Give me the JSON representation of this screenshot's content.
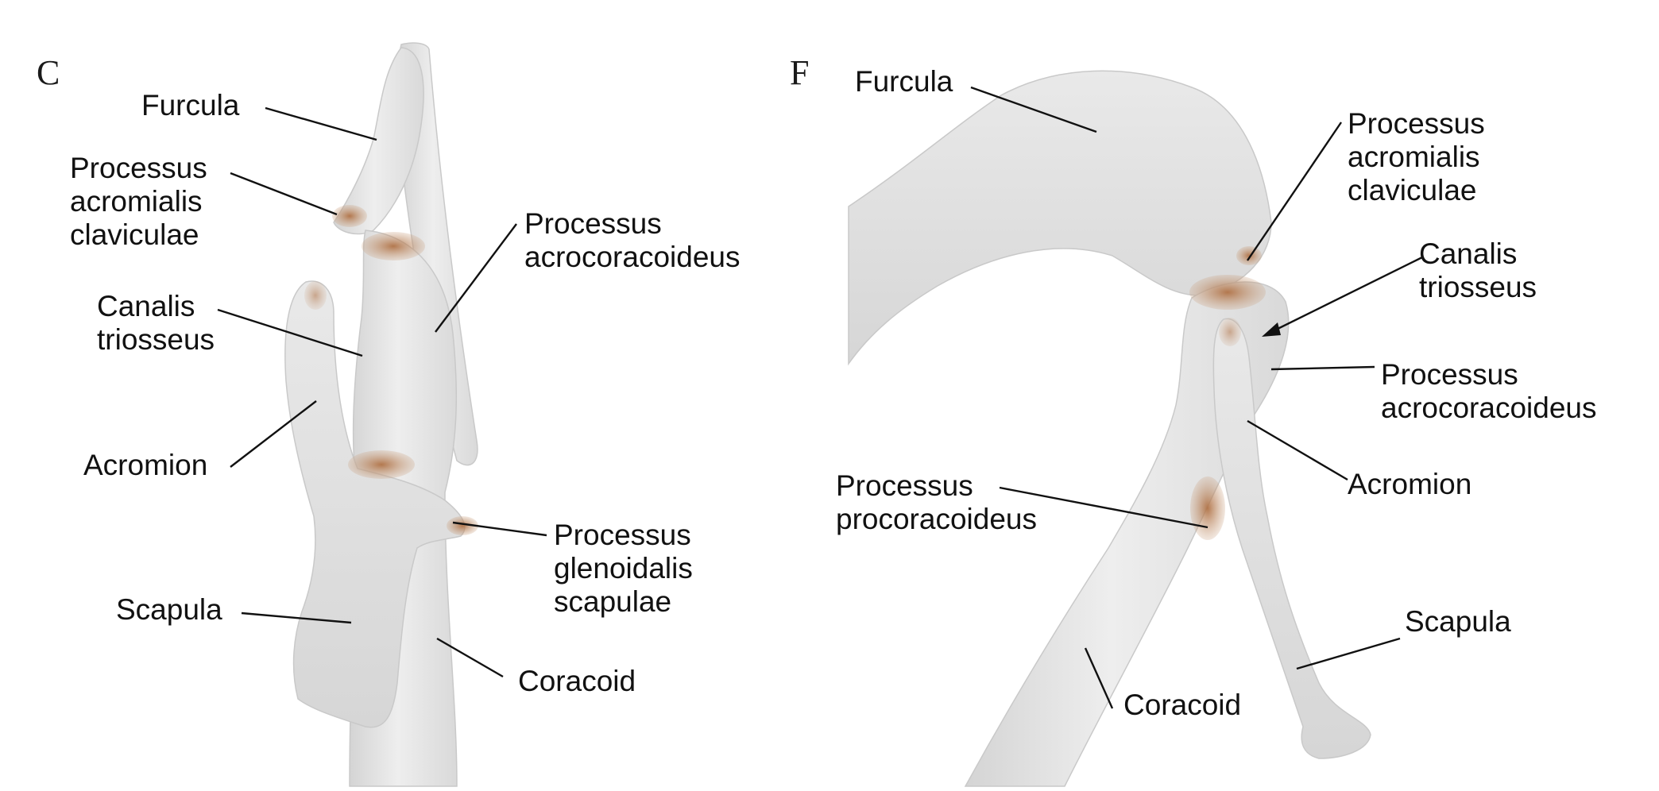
{
  "panels": [
    {
      "letter": "C",
      "labels": {
        "furcula": [
          "Furcula"
        ],
        "proc_acromialis_claviculae": [
          "Processus",
          "acromialis",
          "claviculae"
        ],
        "canalis_triosseus": [
          "Canalis",
          "triosseus"
        ],
        "acromion": [
          "Acromion"
        ],
        "proc_acrocoracoideus": [
          "Processus",
          "acrocoracoideus"
        ],
        "proc_glenoidalis_scapulae": [
          "Processus",
          "glenoidalis",
          "scapulae"
        ],
        "scapula": [
          "Scapula"
        ],
        "coracoid": [
          "Coracoid"
        ]
      }
    },
    {
      "letter": "F",
      "labels": {
        "furcula": [
          "Furcula"
        ],
        "proc_acromialis_claviculae": [
          "Processus",
          "acromialis",
          "claviculae"
        ],
        "canalis_triosseus": [
          "Canalis",
          "triosseus"
        ],
        "proc_acrocoracoideus": [
          "Processus",
          "acrocoracoideus"
        ],
        "acromion": [
          "Acromion"
        ],
        "proc_procoracoideus": [
          "Processus",
          "procoracoideus"
        ],
        "scapula": [
          "Scapula"
        ],
        "coracoid": [
          "Coracoid"
        ]
      }
    }
  ],
  "colors": {
    "bone": "#e6e6e6",
    "bone_shade": "#cfcfcf",
    "cartilage": "#b9835a",
    "text": "#111111"
  }
}
